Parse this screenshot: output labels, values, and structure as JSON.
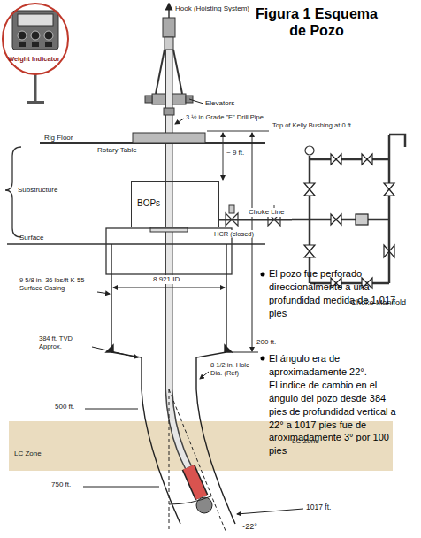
{
  "diagram": {
    "title": "Figura 1 Esquema de Pozo",
    "nodes": [
      {
        "text": [
          "BOPs"
        ]
      },
      {
        "text": [
          "Choke Manifold"
        ]
      }
    ],
    "edges": [
      {
        "from": 0,
        "to": 1,
        "arrow": "none",
        "label": "Choke Line"
      }
    ],
    "labels": [
      "Hook (Hoisting System)",
      "Weight Indicator",
      "Elevators",
      "3 ½ in.Grade \"E\" Drill Pipe",
      "Top of Kelly Bushing at 0 ft.",
      "Rig Floor",
      "Rotary Table",
      "~ 9 ft.",
      "Substructure",
      "HCR (closed)",
      "Surface",
      "8.921 ID",
      "200 ft.",
      "9 5/8 in.-36 lbs/ft K-55 Surface Casing",
      "384 ft. TVD Approx.",
      "8 1/2 in. Hole Dia. (Ref)",
      "El pozo fue perforado direccionalmente a una profundidad medida de 1,017 pies",
      "El ángulo era de aproximadamente 22°.",
      "El indice de cambio en el ángulo del pozo desde 384 pies de profundidad vertical a 22° a 1017 pies fue de aroximadamente 3° por 100 pies",
      "500 ft.",
      "LC Zone",
      "LC Zone",
      "750 ft.",
      "1017 ft.",
      "~22°"
    ]
  }
}
